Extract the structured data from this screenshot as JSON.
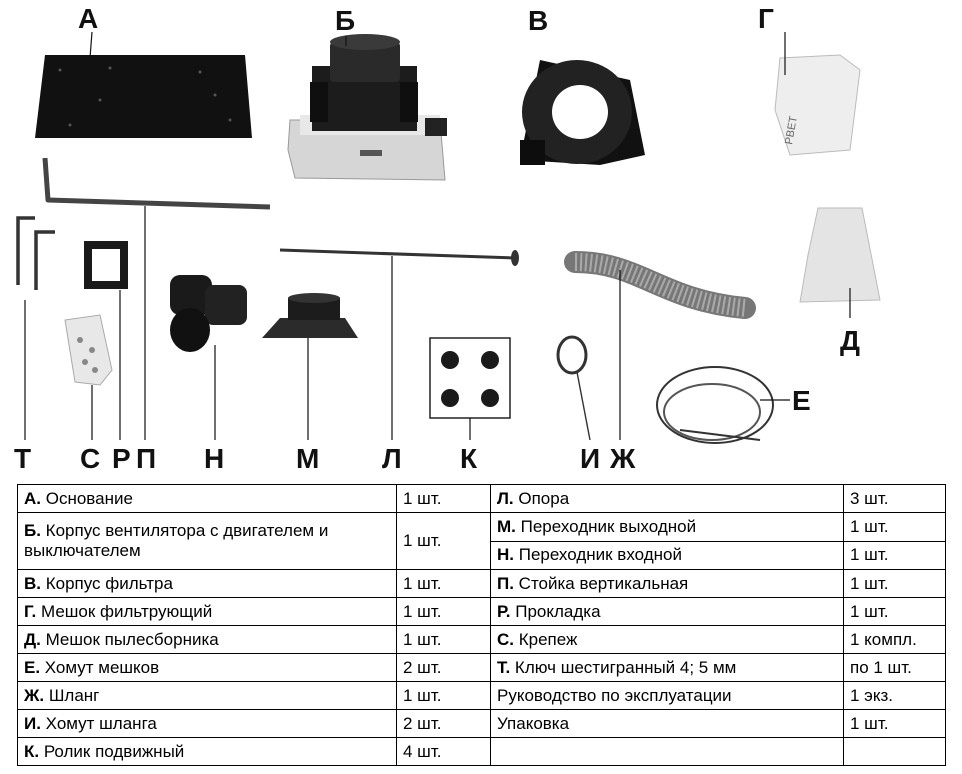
{
  "figure": {
    "labels": {
      "a": "А",
      "b": "Б",
      "v": "В",
      "g": "Г",
      "d": "Д",
      "e": "Е",
      "zh": "Ж",
      "i": "И",
      "k": "К",
      "l": "Л",
      "m": "М",
      "n": "Н",
      "p": "П",
      "r": "Р",
      "s": "С",
      "t": "Т"
    },
    "bag_text": "PBET"
  },
  "table": {
    "rows": [
      {
        "left_code": "А.",
        "left_name": " Основание",
        "left_qty": "1 шт.",
        "right_code": "Л.",
        "right_name": " Опора",
        "right_qty": "3 шт."
      },
      {
        "left_code": "Б.",
        "left_name": " Корпус вентилятора с двигателем и выключателем",
        "left_qty": "1 шт.",
        "right_code": "М.",
        "right_name": " Переходник выходной",
        "right_qty": "1 шт."
      },
      {
        "right_code": "Н.",
        "right_name": " Переходник входной",
        "right_qty": "1 шт."
      },
      {
        "left_code": "В.",
        "left_name": " Корпус фильтра",
        "left_qty": "1 шт.",
        "right_code": "П.",
        "right_name": " Стойка вертикальная",
        "right_qty": "1 шт."
      },
      {
        "left_code": "Г.",
        "left_name": " Мешок фильтрующий",
        "left_qty": "1 шт.",
        "right_code": "Р.",
        "right_name": " Прокладка",
        "right_qty": "1 шт."
      },
      {
        "left_code": "Д.",
        "left_name": " Мешок пылесборника",
        "left_qty": "1 шт.",
        "right_code": "С.",
        "right_name": " Крепеж",
        "right_qty": "1 компл."
      },
      {
        "left_code": "Е.",
        "left_name": " Хомут мешков",
        "left_qty": "2 шт.",
        "right_code": "Т.",
        "right_name": " Ключ шестигранный 4; 5 мм",
        "right_qty": "по 1 шт."
      },
      {
        "left_code": "Ж.",
        "left_name": " Шланг",
        "left_qty": "1 шт.",
        "right_code": "",
        "right_name": "Руководство по эксплуатации",
        "right_qty": "1 экз."
      },
      {
        "left_code": "И.",
        "left_name": " Хомут шланга",
        "left_qty": "2 шт.",
        "right_code": "",
        "right_name": "Упаковка",
        "right_qty": "1 шт."
      },
      {
        "left_code": "К.",
        "left_name": " Ролик подвижный",
        "left_qty": "4 шт.",
        "right_code": "",
        "right_name": "",
        "right_qty": ""
      }
    ]
  }
}
